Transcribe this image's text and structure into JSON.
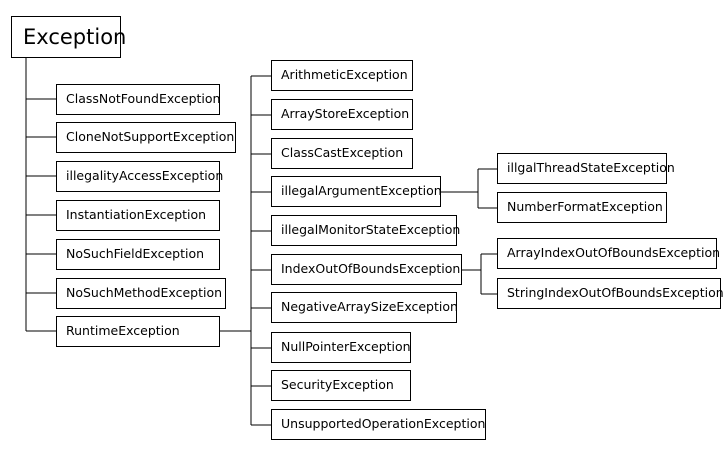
{
  "diagram": {
    "root": "Exception",
    "checked": [
      "ClassNotFoundException",
      "CloneNotSupportException",
      "illegalityAccessException",
      "InstantiationException",
      "NoSuchFieldException",
      "NoSuchMethodException",
      "RuntimeException"
    ],
    "runtime": [
      "ArithmeticException",
      "ArrayStoreException",
      "ClassCastException",
      "illegalArgumentException",
      "illegalMonitorStateException",
      "IndexOutOfBoundsException",
      "NegativeArraySizeException",
      "NullPointerException",
      "SecurityException",
      "UnsupportedOperationException"
    ],
    "illegal_argument": [
      "illgalThreadStateException",
      "NumberFormatException"
    ],
    "index_out_of_bounds": [
      "ArrayIndexOutOfBoundsException",
      "StringIndexOutOfBoundsException"
    ]
  }
}
